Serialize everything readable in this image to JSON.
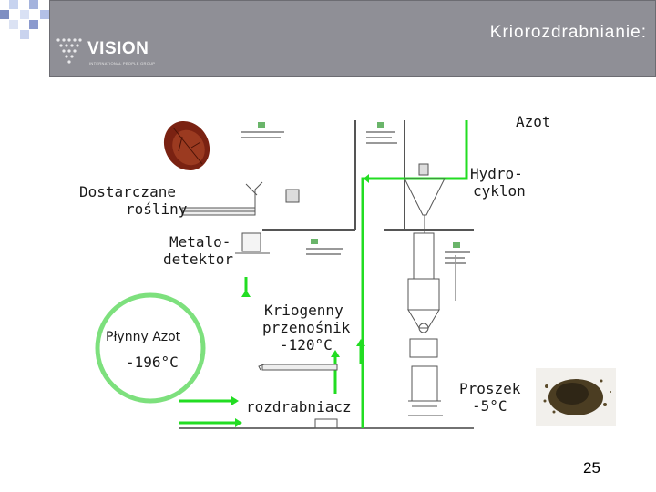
{
  "header": {
    "title": "Kriorozdrabnianie:",
    "logo_name": "VISION",
    "logo_tagline": "INTERNATIONAL PEOPLE GROUP"
  },
  "labels": {
    "azot": "Azot",
    "hydrocyklon_1": "Hydro-",
    "hydrocyklon_2": "cyklon",
    "dostarczane_1": "Dostarczane",
    "dostarczane_2": "rośliny",
    "metalodetektor_1": "Metalo-",
    "metalodetektor_2": "detektor",
    "plynny_azot": "Płynny Azot",
    "plynny_temp": "-196°C",
    "przenosnik_1": "Kriogenny",
    "przenosnik_2": "przenośnik",
    "przenosnik_3": "-120°C",
    "rozdrabniacz": "rozdrabniacz",
    "proszek_1": "Proszek",
    "proszek_2": "-5°C"
  },
  "page_number": "25",
  "colors": {
    "header_bg": "#8f8f96",
    "green_line": "#22dd22",
    "circle_border": "#7de07d",
    "corner_squares": [
      "#c6d2ef",
      "#a6b4dd",
      "#7f8fc2",
      "#d9e1f4"
    ]
  }
}
